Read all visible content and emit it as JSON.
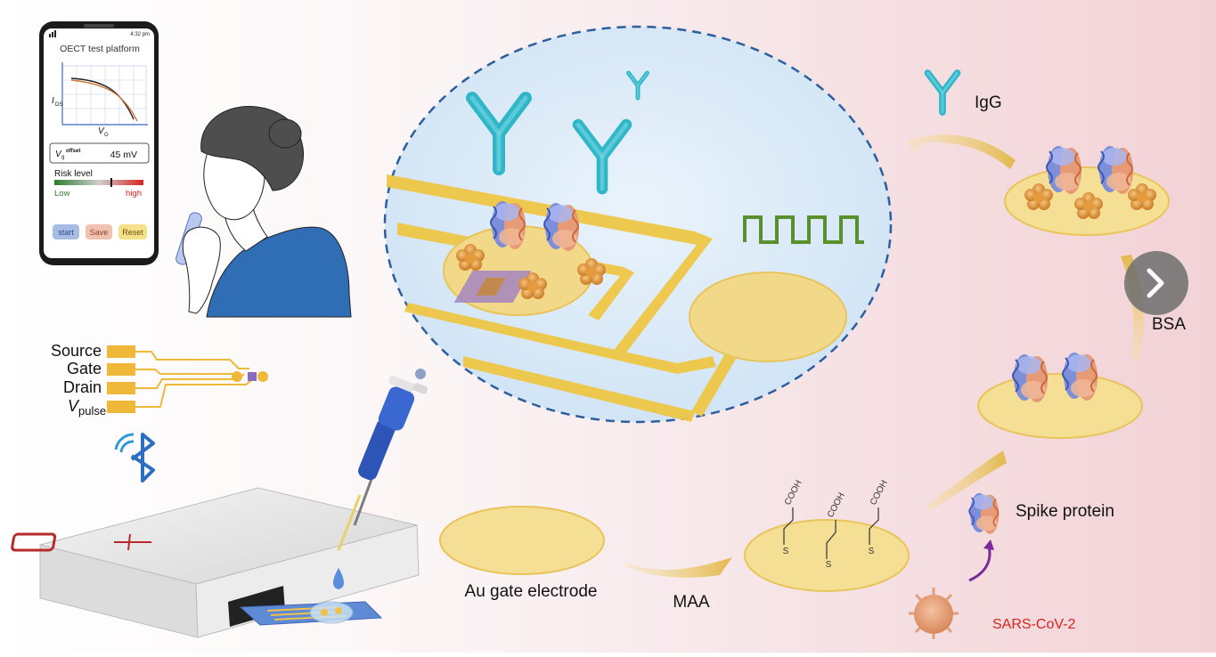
{
  "phone": {
    "status_time": "4:32 pm",
    "app_title": "OECT test platform",
    "y_axis_label": "I",
    "y_axis_sub": "DS",
    "x_axis_label": "V",
    "x_axis_sub": "G",
    "offset_label": "V",
    "offset_sub": "g",
    "offset_sup": "offset",
    "offset_value": "45 mV",
    "risk_title": "Risk level",
    "risk_low": "Low",
    "risk_high": "high",
    "buttons": {
      "start": "start",
      "save": "Save",
      "reset": "Reset"
    }
  },
  "pins": {
    "source": "Source",
    "gate": "Gate",
    "drain": "Drain",
    "vpulse_main": "V",
    "vpulse_sub": "pulse"
  },
  "labels": {
    "au_gate_electrode": "Au gate electrode",
    "maa": "MAA",
    "cooh": "COOH",
    "s": "S",
    "spike_protein": "Spike protein",
    "sars": "SARS-CoV-2",
    "bsa": "BSA",
    "igg": "IgG"
  },
  "colors": {
    "gold": "#f2d98a",
    "gold_edge": "#e8c45a",
    "teal": "#2fb7c8",
    "pulse_green": "#5a8f2e",
    "sars_red": "#d9221c",
    "dash_blue": "#2b5f9e"
  }
}
